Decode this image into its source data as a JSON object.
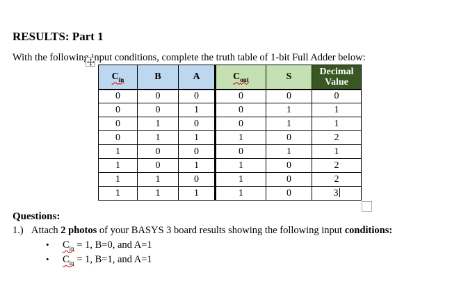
{
  "document": {
    "title": "RESULTS: Part 1",
    "intro": "With the following input conditions, complete the truth table of 1-bit Full Adder below:"
  },
  "truth_table": {
    "columns": [
      {
        "label": "C",
        "sub": "in",
        "group": "input",
        "spellcheck": true,
        "thick_left": false,
        "width": 56
      },
      {
        "label": "B",
        "sub": "",
        "group": "input",
        "spellcheck": false,
        "thick_left": false,
        "width": 59
      },
      {
        "label": "A",
        "sub": "",
        "group": "input",
        "spellcheck": false,
        "thick_left": false,
        "width": 53
      },
      {
        "label": "C",
        "sub": "out",
        "group": "output",
        "spellcheck": true,
        "thick_left": true,
        "width": 73
      },
      {
        "label": "S",
        "sub": "",
        "group": "output",
        "spellcheck": false,
        "thick_left": false,
        "width": 66
      },
      {
        "label": "Decimal Value",
        "sub": "",
        "group": "decimal",
        "spellcheck": false,
        "thick_left": false,
        "width": 71
      }
    ],
    "rows": [
      [
        "0",
        "0",
        "0",
        "0",
        "0",
        "0"
      ],
      [
        "0",
        "0",
        "1",
        "0",
        "1",
        "1"
      ],
      [
        "0",
        "1",
        "0",
        "0",
        "1",
        "1"
      ],
      [
        "0",
        "1",
        "1",
        "1",
        "0",
        "2"
      ],
      [
        "1",
        "0",
        "0",
        "0",
        "1",
        "1"
      ],
      [
        "1",
        "0",
        "1",
        "1",
        "0",
        "2"
      ],
      [
        "1",
        "1",
        "0",
        "1",
        "0",
        "2"
      ],
      [
        "1",
        "1",
        "1",
        "1",
        "0",
        "3"
      ]
    ],
    "cursor_cell": {
      "row": 7,
      "col": 5
    },
    "colors": {
      "input_header_bg": "#BDD7EE",
      "output_header_bg": "#C5E0B3",
      "decimal_header_bg": "#385723",
      "decimal_header_text": "#FFFFFF",
      "border": "#000000",
      "squiggle": "#D40000"
    }
  },
  "questions": {
    "heading": "Questions:",
    "item1": {
      "number": "1.)",
      "segments": [
        {
          "text": "Attach ",
          "bold": false
        },
        {
          "text": "2 photos",
          "bold": true
        },
        {
          "text": " of your BASYS 3 board results showing the following input ",
          "bold": false
        },
        {
          "text": "conditions:",
          "bold": true
        }
      ]
    },
    "bullet_char": "•",
    "bullets": [
      {
        "var_base": "C",
        "var_sub": "in",
        "rest": " = 1, B=0, and A=1"
      },
      {
        "var_base": "C",
        "var_sub": "in",
        "rest": " = 1, B=1, and A=1"
      }
    ]
  }
}
